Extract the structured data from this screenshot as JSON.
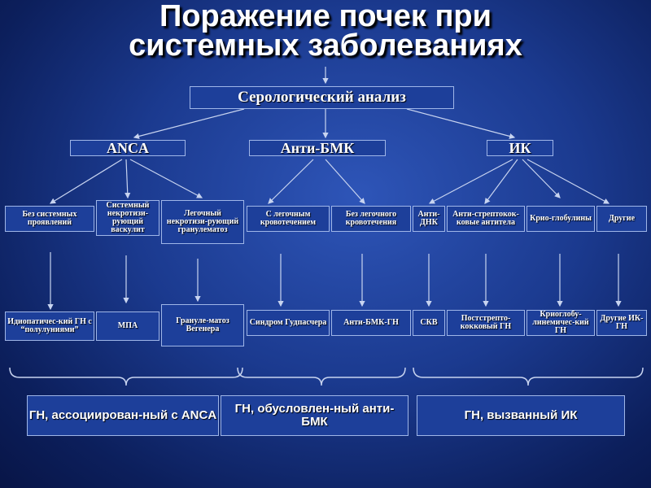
{
  "title": {
    "line1": "Поражение почек при",
    "line2": "системных заболеваниях"
  },
  "root": "Серологический анализ",
  "groups": [
    "ANCA",
    "Анти-БМК",
    "ИК"
  ],
  "features": [
    "Без системных проявлений",
    "Системный некротизи-рующий васкулит",
    "Легочный некротизи-рующий грануле­матоз",
    "С легочным кровотечением",
    "Без легочного кровотечения",
    "Анти-ДНК",
    "Анти-стрептокок-ковые антитела",
    "Крио-глобулины",
    "Другие"
  ],
  "diseases": [
    "Идиопатичес-кий ГН с “полулуниями”",
    "МПА",
    "Грануле-матоз Вегенера",
    "Синдром Гудпасчера",
    "Анти-БМК-ГН",
    "СКВ",
    "Постстрепто-кокковый ГН",
    "Криоглобу-линемичес-кий ГН",
    "Другие ИК-ГН"
  ],
  "outcomes": [
    "ГН, ассоциирован-ный с ANCA",
    "ГН, обусловлен-ный анти-БМК",
    "ГН, вызванный ИК"
  ],
  "colors": {
    "background": "#1b3a8f",
    "box": "#1d3f9a",
    "box_border": "#9fb6e8",
    "line": "#c8d4f0",
    "text": "#ffffff"
  }
}
